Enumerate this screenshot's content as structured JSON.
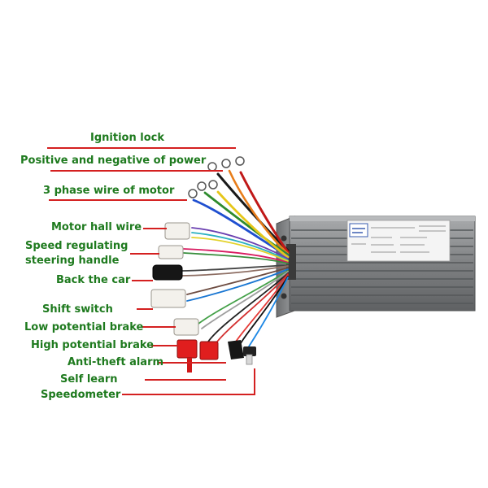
{
  "labels": {
    "ignition_lock": "Ignition lock",
    "power": "Positive and negative of power",
    "motor_phase": "3 phase wire of motor",
    "hall": "Motor hall wire",
    "speed_line1": "Speed regulating",
    "speed_line2": "steering handle",
    "back": "Back the car",
    "shift": "Shift switch",
    "low_brake": "Low potential brake",
    "high_brake": "High potential brake",
    "alarm": "Anti-theft alarm",
    "self_learn": "Self learn",
    "speedometer": "Speedometer"
  },
  "colors": {
    "label_text": "#1e7a1e",
    "leader_line": "#d42020",
    "controller_body": "#8a8c8e",
    "connector_red": "#e01e1e"
  }
}
